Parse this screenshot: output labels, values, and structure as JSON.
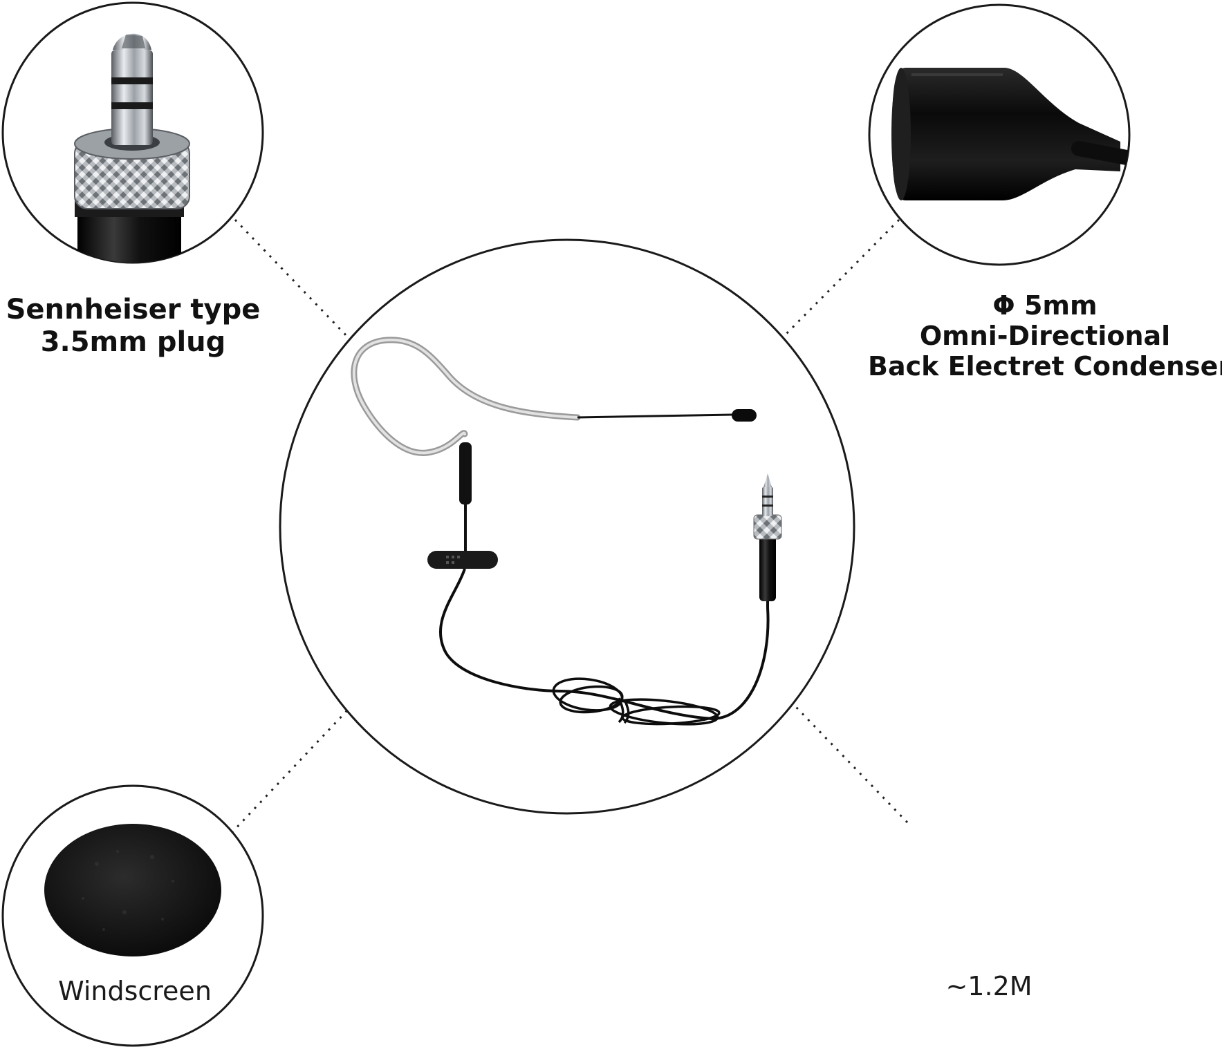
{
  "captions": {
    "plug": [
      "Sennheiser type",
      "3.5mm plug"
    ],
    "capsule": [
      "Φ 5mm",
      "Omni-Directional",
      "Back Electret Condenser"
    ],
    "windscreen": "Windscreen",
    "cable": "~1.2M"
  },
  "colors": {
    "background": "#ffffff",
    "outline": "#1a1a1a",
    "cable": "#0d0d0d",
    "ear_hook": "#c9c9c9",
    "foam": "#161616",
    "metal": "#9fa3a8"
  },
  "icons": {
    "plug": "sennheiser-3.5mm-plug-icon",
    "capsule": "microphone-capsule-icon",
    "windscreen": "foam-windscreen-icon",
    "cable": "coiled-cable-icon",
    "headset": "earset-microphone-icon"
  }
}
